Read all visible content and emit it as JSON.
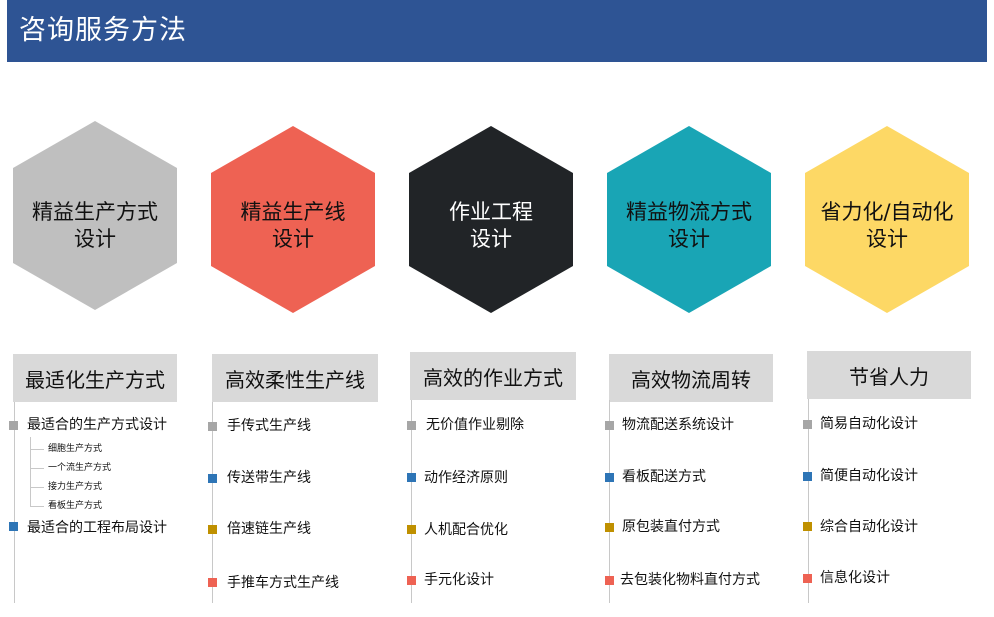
{
  "title": "咨询服务方法",
  "colors": {
    "header_bg": "#2e5494",
    "gray": "#bfbfbf",
    "red": "#ee6253",
    "dark": "#212427",
    "teal": "#19a5b5",
    "yellow": "#fdd865",
    "bullet_gray": "#a6a6a6",
    "bullet_blue": "#2e75b6",
    "bullet_gold": "#bf9000",
    "bullet_red": "#ee6253"
  },
  "hexagons": [
    {
      "line1": "精益生产方式",
      "line2": "设计",
      "color": "#bfbfbf",
      "text_color": "#111111"
    },
    {
      "line1": "精益生产线",
      "line2": "设计",
      "color": "#ee6253",
      "text_color": "#111111"
    },
    {
      "line1": "作业工程",
      "line2": "设计",
      "color": "#212427",
      "text_color": "#ffffff"
    },
    {
      "line1": "精益物流方式",
      "line2": "设计",
      "color": "#19a5b5",
      "text_color": "#111111"
    },
    {
      "line1": "省力化/自动化",
      "line2": "设计",
      "color": "#fdd865",
      "text_color": "#111111"
    }
  ],
  "columns": [
    {
      "header": "最适化生产方式",
      "items": [
        "最适合的生产方式设计",
        "最适合的工程布局设计"
      ],
      "sub_items": [
        "细胞生产方式",
        "一个流生产方式",
        "接力生产方式",
        "看板生产方式"
      ]
    },
    {
      "header": "高效柔性生产线",
      "items": [
        "手传式生产线",
        "传送带生产线",
        "倍速链生产线",
        "手推车方式生产线"
      ]
    },
    {
      "header": "高效的作业方式",
      "items": [
        "无价值作业剔除",
        "动作经济原则",
        "人机配合优化",
        "手元化设计"
      ]
    },
    {
      "header": "高效物流周转",
      "items": [
        "物流配送系统设计",
        "看板配送方式",
        "原包装直付方式",
        "去包装化物料直付方式"
      ]
    },
    {
      "header": "节省人力",
      "items": [
        "简易自动化设计",
        "简便自动化设计",
        "综合自动化设计",
        "信息化设计"
      ]
    }
  ]
}
